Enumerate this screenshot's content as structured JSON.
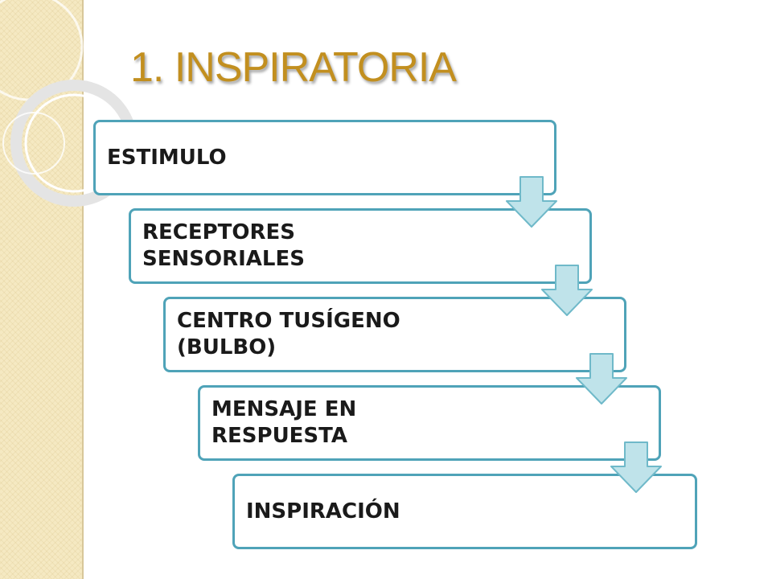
{
  "slide": {
    "title": "1. INSPIRATORIA"
  },
  "steps": [
    {
      "label": "ESTIMULO"
    },
    {
      "label": "RECEPTORES SENSORIALES"
    },
    {
      "label": "CENTRO TUSÍGENO (BULBO)"
    },
    {
      "label": "MENSAJE EN RESPUESTA"
    },
    {
      "label": "INSPIRACIÓN"
    }
  ],
  "icons": {
    "connector": "down-arrow-icon",
    "decoration": "ring-decoration"
  },
  "colors": {
    "title": "#c28f1f",
    "step_border": "#4fa3b8",
    "arrow_fill": "#bfe3ea",
    "arrow_stroke": "#6fb9c9",
    "side_band": "#f5e9c2"
  }
}
